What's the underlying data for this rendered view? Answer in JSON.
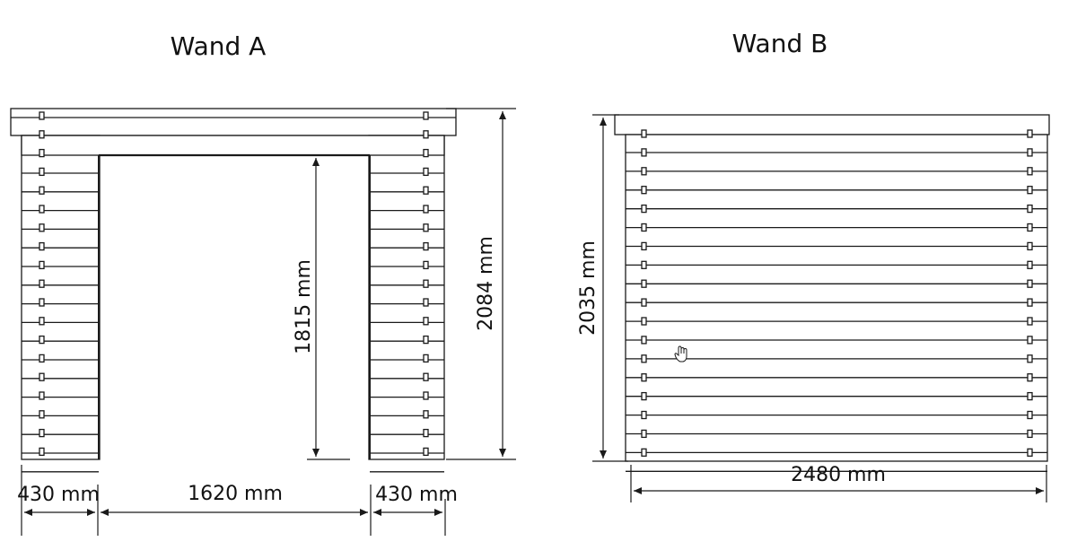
{
  "wall_a": {
    "title": "Wand A",
    "height_label": "2084 mm",
    "door_height_label": "1815 mm",
    "left_width_label": "430 mm",
    "door_width_label": "1620 mm",
    "right_width_label": "430 mm"
  },
  "wall_b": {
    "title": "Wand B",
    "height_label": "2035 mm",
    "width_label": "2480 mm"
  },
  "colors": {
    "line": "#1a1a1a",
    "background": "#ffffff"
  },
  "cursor_icon": "hand-pointer-icon"
}
